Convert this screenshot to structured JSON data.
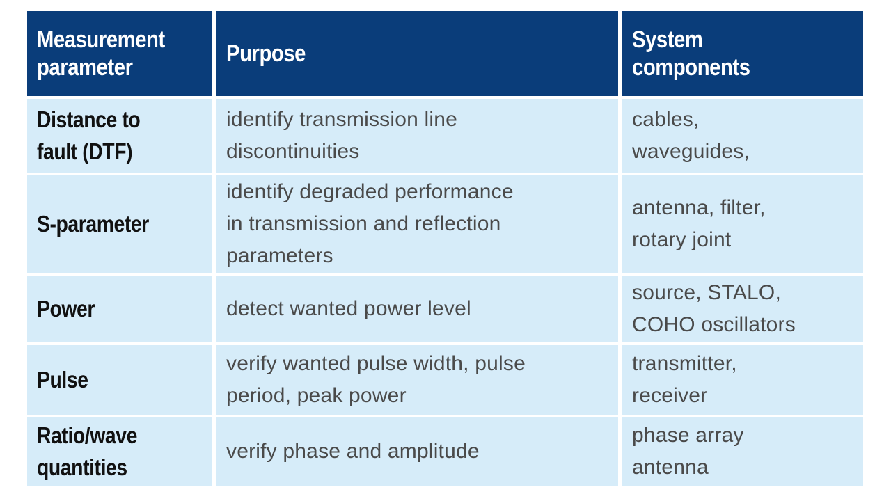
{
  "colors": {
    "header_bg": "#0a3d7a",
    "header_text": "#ffffff",
    "row_bg": "#d6ecf9",
    "param_text": "#111111",
    "body_text": "#4a4a4a"
  },
  "table": {
    "headers": [
      "Measurement\nparameter",
      "Purpose",
      "System\ncomponents"
    ],
    "rows": [
      {
        "parameter": "Distance to\nfault (DTF)",
        "purpose": "identify transmission line\ndiscontinuities",
        "components": "cables,\nwaveguides,"
      },
      {
        "parameter": "S-parameter",
        "purpose": "identify degraded performance\nin transmission and reflection\nparameters",
        "components": "antenna, filter,\nrotary joint"
      },
      {
        "parameter": "Power",
        "purpose": "detect wanted power level",
        "components": "source, STALO,\nCOHO oscillators"
      },
      {
        "parameter": "Pulse",
        "purpose": "verify wanted pulse width, pulse\nperiod, peak power",
        "components": "transmitter,\nreceiver"
      },
      {
        "parameter": "Ratio/wave\nquantities",
        "purpose": "verify phase and amplitude",
        "components": "phase array\nantenna"
      }
    ]
  }
}
